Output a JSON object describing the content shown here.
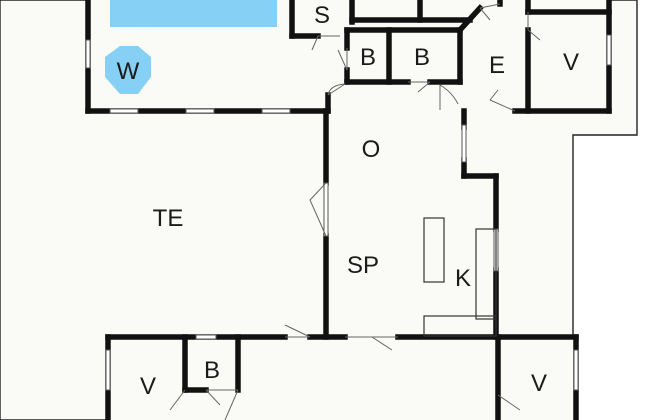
{
  "rooms": {
    "s": "S",
    "w": "W",
    "b1": "B",
    "b2": "B",
    "e": "E",
    "v1": "V",
    "o": "O",
    "te": "TE",
    "sp": "SP",
    "k": "K",
    "v2": "V",
    "b3": "B",
    "v3": "V"
  },
  "colors": {
    "pool": "#86cff5",
    "whirlpool": "#86cff5",
    "walls": "#111111",
    "floor": "#fafbf7"
  },
  "icons": {
    "whirlpool": "octagon-whirlpool-icon",
    "kitchen_counter": "counter-rect"
  }
}
